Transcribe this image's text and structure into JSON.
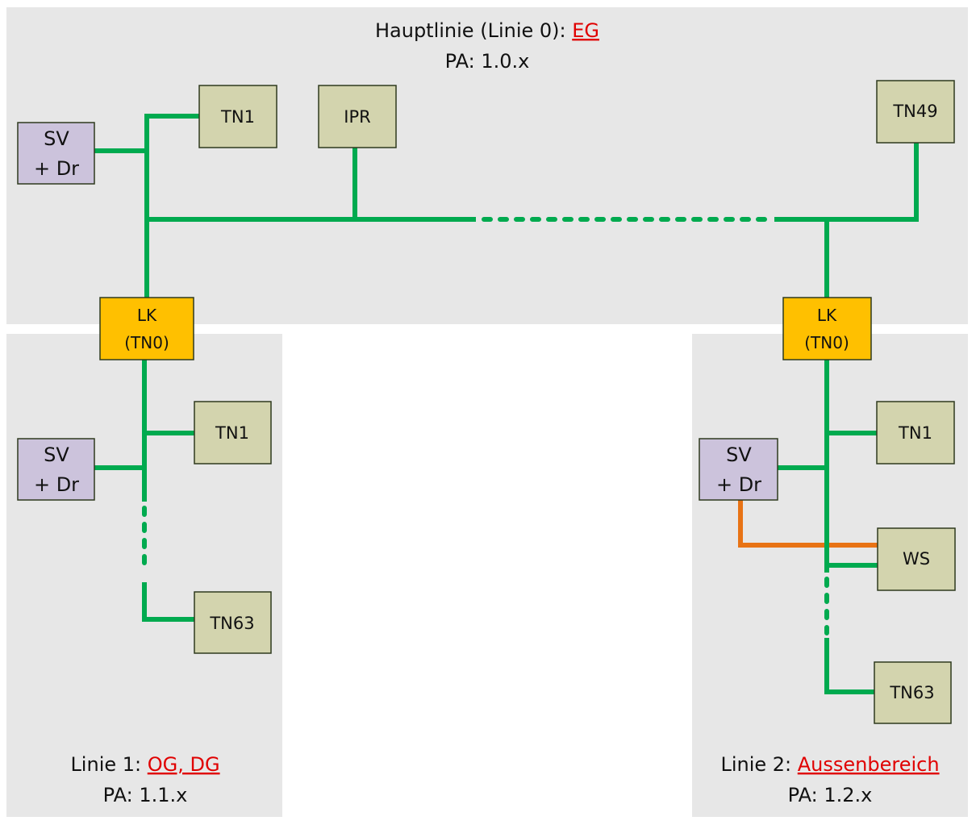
{
  "colors": {
    "panel_bg": "#e7e7e7",
    "bus_line": "#00aa4f",
    "weather_link": "#e87315",
    "accent_text": "#e00000",
    "node_participant": "#d3d4ae",
    "node_power_supply": "#ccc3dc",
    "node_line_coupler": "#ffc000",
    "node_border": "#2f3a1f"
  },
  "panels": {
    "main_line": {
      "title_prefix": "Hauptlinie (Linie 0): ",
      "title_accent": "EG",
      "address": "PA: 1.0.x"
    },
    "line_1": {
      "title_prefix": "Linie 1: ",
      "title_accent": "OG, DG",
      "address": "PA: 1.1.x"
    },
    "line_2": {
      "title_prefix": "Linie 2: ",
      "title_accent": "Aussenbereich",
      "address": "PA: 1.2.x"
    }
  },
  "nodes": {
    "main_sv": {
      "line1": "SV",
      "line2": "+ Dr",
      "type": "power-supply"
    },
    "main_tn1": {
      "label": "TN1",
      "type": "participant"
    },
    "main_ipr": {
      "label": "IPR",
      "type": "participant"
    },
    "main_tn49": {
      "label": "TN49",
      "type": "participant"
    },
    "lk1": {
      "line1": "LK",
      "line2": "(TN0)",
      "type": "line-coupler"
    },
    "lk2": {
      "line1": "LK",
      "line2": "(TN0)",
      "type": "line-coupler"
    },
    "l1_sv": {
      "line1": "SV",
      "line2": "+ Dr",
      "type": "power-supply"
    },
    "l1_tn1": {
      "label": "TN1",
      "type": "participant"
    },
    "l1_tn63": {
      "label": "TN63",
      "type": "participant"
    },
    "l2_sv": {
      "line1": "SV",
      "line2": "+ Dr",
      "type": "power-supply"
    },
    "l2_tn1": {
      "label": "TN1",
      "type": "participant"
    },
    "l2_ws": {
      "label": "WS",
      "type": "participant"
    },
    "l2_tn63": {
      "label": "TN63",
      "type": "participant"
    }
  }
}
